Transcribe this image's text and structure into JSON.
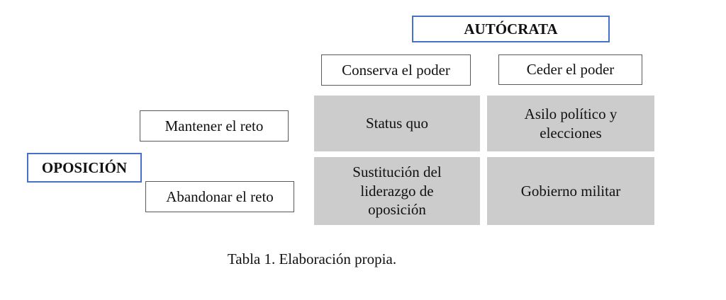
{
  "matrix": {
    "column_player_label": "AUTÓCRATA",
    "row_player_label": "OPOSICIÓN",
    "column_headers": [
      "Conserva el poder",
      "Ceder el poder"
    ],
    "row_headers": [
      "Mantener el reto",
      "Abandonar el reto"
    ],
    "cells": {
      "r1c1": "Status quo",
      "r1c2": "Asilo político y\nelecciones",
      "r2c1": "Sustitución del\nliderazgo de\noposición",
      "r2c2": "Gobierno militar"
    }
  },
  "caption": "Tabla 1. Elaboración propia.",
  "colors": {
    "accent_border": "#4472c4",
    "box_border": "#595959",
    "cell_background": "#cccccc",
    "text": "#111111",
    "page_background": "#ffffff"
  }
}
